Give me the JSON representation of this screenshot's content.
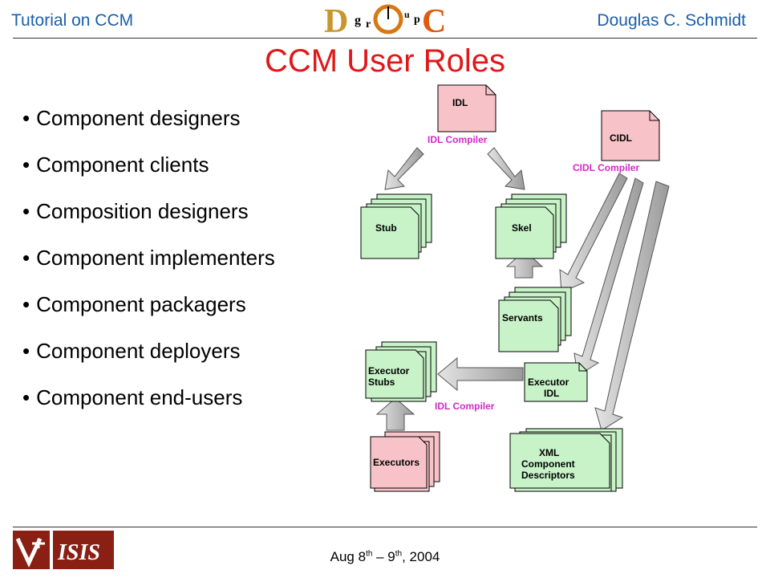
{
  "header": {
    "left_text": "Tutorial on CCM",
    "right_text": "Douglas C. Schmidt",
    "logo_text": [
      "D",
      "g",
      "r",
      "o",
      "u",
      "p",
      "C"
    ]
  },
  "title": "CCM User Roles",
  "bullets": [
    "Component designers",
    "Component clients",
    "Composition designers",
    "Component implementers",
    "Component packagers",
    "Component deployers",
    "Component end-users"
  ],
  "diagram": {
    "idl_doc": "IDL",
    "idl_compiler_top": "IDL Compiler",
    "cidl_doc": "CIDL",
    "cidl_compiler": "CIDL Compiler",
    "stub": "Stub",
    "skel": "Skel",
    "servants": "Servants",
    "executor_stubs_1": "Executor",
    "executor_stubs_2": "Stubs",
    "executor_idl_1": "Executor",
    "executor_idl_2": "IDL",
    "idl_compiler_bottom": "IDL Compiler",
    "executors": "Executors",
    "xml_1": "XML",
    "xml_2": "Component",
    "xml_3": "Descriptors",
    "colors": {
      "idl_fill": "#f7c3c8",
      "green_fill": "#c8f2c8",
      "compiler_text": "#d428c8",
      "arrow_fill": "#c8c8c8"
    }
  },
  "footer": {
    "date_prefix": "Aug 8",
    "sup1": "th",
    "date_mid": " – 9",
    "sup2": "th",
    "date_suffix": ", 2004",
    "logo_isis": "ISIS"
  },
  "colors": {
    "header_text": "#1a5faa",
    "title": "#e01818"
  }
}
